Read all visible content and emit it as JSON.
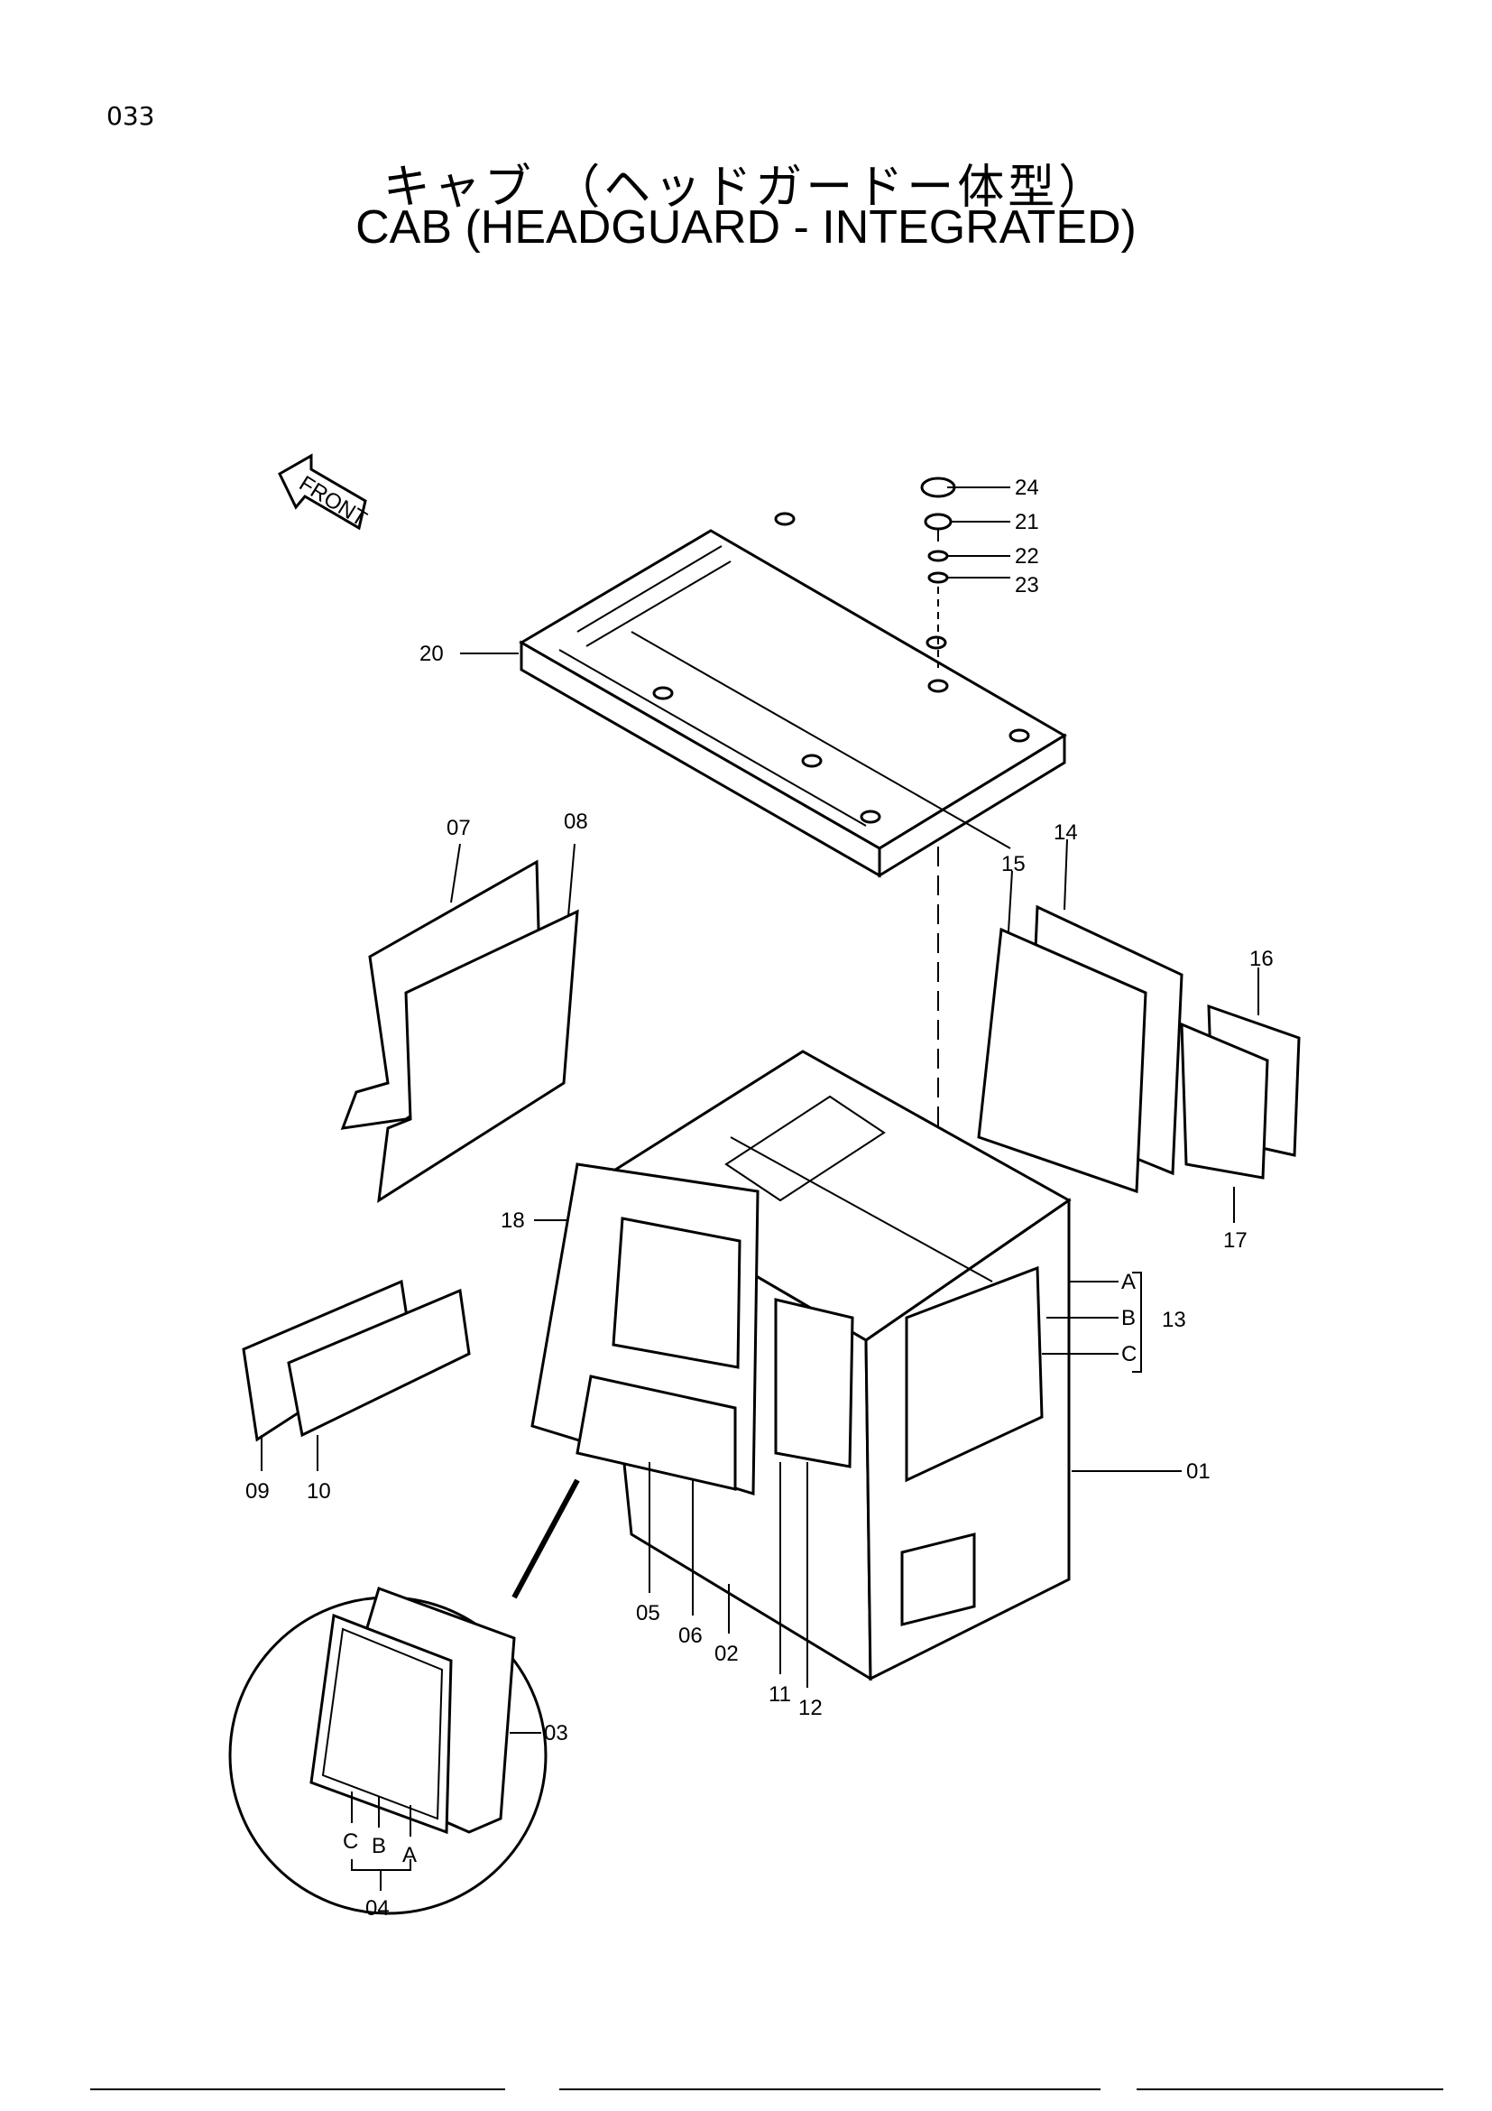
{
  "page_number": "033",
  "title_jp": "キャブ （ヘッドガードー体型）",
  "title_en": "CAB (HEADGUARD - INTEGRATED)",
  "front_label": "FRONT",
  "callouts": {
    "p01": "01",
    "p02": "02",
    "p03": "03",
    "p04": "04",
    "p05": "05",
    "p06": "06",
    "p07": "07",
    "p08": "08",
    "p09": "09",
    "p10": "10",
    "p11": "11",
    "p12": "12",
    "p13": "13",
    "p14": "14",
    "p15": "15",
    "p16": "16",
    "p17": "17",
    "p18": "18",
    "p20": "20",
    "p21": "21",
    "p22": "22",
    "p23": "23",
    "p24": "24"
  },
  "sub_labels": {
    "a13": "A",
    "b13": "B",
    "c13": "C",
    "a04": "A",
    "b04": "B",
    "c04": "C"
  }
}
